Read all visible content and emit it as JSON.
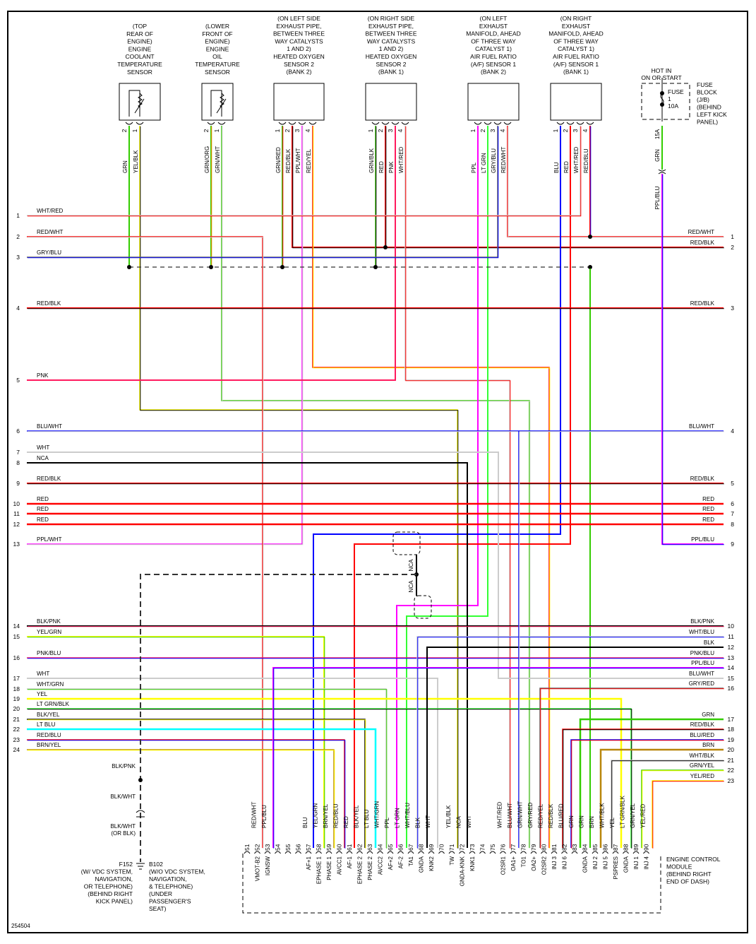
{
  "colors": {
    "RED": "#ff0000",
    "BLK": "#000000",
    "WHT": "#cccccc",
    "GRN": "#33cc00",
    "LTGRN": "#33ff33",
    "BLU": "#0000ff",
    "LTBLU": "#00ffff",
    "YEL": "#ffff00",
    "PNK": "#ff1a5e",
    "PPL": "#ff00ff",
    "VIO": "#9900ff",
    "ORG": "#ff8800",
    "BRN": "#b8860b",
    "GRY": "#666666",
    "DASH": "#333333"
  },
  "sensors": [
    {
      "id": "ect",
      "title": [
        "(TOP",
        "REAR OF",
        "ENGINE)",
        "ENGINE",
        "COOLANT",
        "TEMPERATURE",
        "SENSOR"
      ],
      "type": "thermistor",
      "pins": [
        {
          "num": "2",
          "wire": "GRN"
        },
        {
          "num": "1",
          "wire": "YEL/BLK"
        }
      ]
    },
    {
      "id": "eot",
      "title": [
        "(LOWER",
        "FRONT OF",
        "ENGINE)",
        "ENGINE",
        "OIL",
        "TEMPERATURE",
        "SENSOR"
      ],
      "type": "thermistor",
      "pins": [
        {
          "num": "2",
          "wire": "GRN/ORG"
        },
        {
          "num": "1",
          "wire": "GRN/WHT"
        }
      ]
    },
    {
      "id": "ho2s2-b2",
      "title": [
        "(ON LEFT SIDE",
        "EXHAUST PIPE,",
        "BETWEEN THREE",
        "WAY CATALYSTS",
        "1 AND 2)",
        "HEATED OXYGEN",
        "SENSOR 2",
        "(BANK 2)"
      ],
      "type": "box",
      "pins": [
        {
          "num": "1",
          "wire": "GRN/RED"
        },
        {
          "num": "2",
          "wire": "RED/BLK"
        },
        {
          "num": "3",
          "wire": "PPL/WHT"
        },
        {
          "num": "4",
          "wire": "RED/YEL"
        }
      ]
    },
    {
      "id": "ho2s2-b1",
      "title": [
        "(ON RIGHT SIDE",
        "EXHAUST PIPE,",
        "BETWEEN THREE",
        "WAY CATALYSTS",
        "1 AND 2)",
        "HEATED OXYGEN",
        "SENSOR 2",
        "(BANK 1)"
      ],
      "type": "box",
      "pins": [
        {
          "num": "1",
          "wire": "GRN/BLK"
        },
        {
          "num": "2",
          "wire": "RED"
        },
        {
          "num": "3",
          "wire": "PNK"
        },
        {
          "num": "4",
          "wire": "WHT/RED"
        }
      ]
    },
    {
      "id": "af1-b2",
      "title": [
        "(ON LEFT",
        "EXHAUST",
        "MANIFOLD, AHEAD",
        "OF THREE WAY",
        "CATALYST 1)",
        "AIR FUEL RATIO",
        "(A/F) SENSOR 1",
        "(BANK 2)"
      ],
      "type": "box",
      "pins": [
        {
          "num": "1",
          "wire": "PPL"
        },
        {
          "num": "2",
          "wire": "LT GRN"
        },
        {
          "num": "3",
          "wire": "GRY/BLU"
        },
        {
          "num": "4",
          "wire": "RED/WHT"
        }
      ]
    },
    {
      "id": "af1-b1",
      "title": [
        "(ON RIGHT",
        "EXHAUST",
        "MANIFOLD, AHEAD",
        "OF THREE WAY",
        "CATALYST 1)",
        "AIR FUEL RATIO",
        "(A/F) SENSOR 1",
        "(BANK 1)"
      ],
      "type": "box",
      "pins": [
        {
          "num": "1",
          "wire": "BLU"
        },
        {
          "num": "2",
          "wire": "RED"
        },
        {
          "num": "3",
          "wire": "WHT/RED"
        },
        {
          "num": "4",
          "wire": "RED/BLU"
        }
      ]
    }
  ],
  "fuse": {
    "hot_label": [
      "HOT IN",
      "ON OR START"
    ],
    "fuse_label": [
      "FUSE",
      "1",
      "10A"
    ],
    "block_label": [
      "FUSE",
      "BLOCK",
      "(J/B)",
      "(BEHIND",
      "LEFT KICK",
      "PANEL)"
    ],
    "terminal": "15A",
    "wire_top": "GRN",
    "wire_bottom": "PPL/BLU"
  },
  "left_wires": [
    {
      "num": "1",
      "label": "WHT/RED"
    },
    {
      "num": "2",
      "label": "RED/WHT"
    },
    {
      "num": "3",
      "label": "GRY/BLU"
    },
    {
      "num": "4",
      "label": "RED/BLK"
    },
    {
      "num": "5",
      "label": "PNK"
    },
    {
      "num": "6",
      "label": "BLU/WHT"
    },
    {
      "num": "7",
      "label": "WHT"
    },
    {
      "num": "8",
      "label": "NCA"
    },
    {
      "num": "9",
      "label": "RED/BLK"
    },
    {
      "num": "10",
      "label": "RED"
    },
    {
      "num": "11",
      "label": "RED"
    },
    {
      "num": "12",
      "label": "RED"
    },
    {
      "num": "13",
      "label": "PPL/WHT"
    },
    {
      "num": "14",
      "label": "BLK/PNK"
    },
    {
      "num": "15",
      "label": "YEL/GRN"
    },
    {
      "num": "16",
      "label": "PNK/BLU"
    },
    {
      "num": "17",
      "label": "WHT"
    },
    {
      "num": "18",
      "label": "WHT/GRN"
    },
    {
      "num": "19",
      "label": "YEL"
    },
    {
      "num": "20",
      "label": "LT GRN/BLK"
    },
    {
      "num": "21",
      "label": "BLK/YEL"
    },
    {
      "num": "22",
      "label": "LT BLU"
    },
    {
      "num": "23",
      "label": "RED/BLU"
    },
    {
      "num": "24",
      "label": "BRN/YEL"
    }
  ],
  "right_wires": [
    {
      "num": "1",
      "label": "RED/WHT"
    },
    {
      "num": "2",
      "label": "RED/BLK"
    },
    {
      "num": "3",
      "label": "RED/BLK"
    },
    {
      "num": "4",
      "label": "BLU/WHT"
    },
    {
      "num": "5",
      "label": "RED/BLK"
    },
    {
      "num": "6",
      "label": "RED"
    },
    {
      "num": "7",
      "label": "RED"
    },
    {
      "num": "8",
      "label": "RED"
    },
    {
      "num": "9",
      "label": "PPL/BLU"
    },
    {
      "num": "10",
      "label": "BLK/PNK"
    },
    {
      "num": "11",
      "label": "WHT/BLU"
    },
    {
      "num": "12",
      "label": "BLK"
    },
    {
      "num": "13",
      "label": "PNK/BLU"
    },
    {
      "num": "14",
      "label": "PPL/BLU"
    },
    {
      "num": "15",
      "label": "BLU/WHT"
    },
    {
      "num": "16",
      "label": "GRY/RED"
    },
    {
      "num": "17",
      "label": "GRN"
    },
    {
      "num": "18",
      "label": "RED/BLK"
    },
    {
      "num": "19",
      "label": "BLU/RED"
    },
    {
      "num": "20",
      "label": "BRN"
    },
    {
      "num": "21",
      "label": "WHT/BLK"
    },
    {
      "num": "22",
      "label": "GRN/YEL"
    },
    {
      "num": "23",
      "label": "YEL/RED"
    }
  ],
  "shield": {
    "label_top": "NCA",
    "label_bottom": "NCA"
  },
  "ground": {
    "wire_labels": [
      "BLK/PNK",
      "BLK/WHT",
      "BLK/WHT",
      "(OR BLK)"
    ],
    "left": [
      "F152",
      "(W/ VDC SYSTEM,",
      "NAVIGATION,",
      "OR TELEPHONE)",
      "(BEHIND RIGHT",
      "KICK PANEL)"
    ],
    "right": [
      "B102",
      "(W/O VDC SYSTEM,",
      "NAVIGATION,",
      "& TELEPHONE)",
      "(UNDER",
      "PASSENGER'S",
      "SEAT)"
    ]
  },
  "ecm": {
    "title": [
      "ENGINE CONTROL",
      "MODULE",
      "(BEHIND RIGHT",
      "END OF DASH)"
    ],
    "pins": [
      {
        "num": "51",
        "wire": "",
        "func": ""
      },
      {
        "num": "52",
        "wire": "RED/WHT",
        "func": "VMOT-B2"
      },
      {
        "num": "53",
        "wire": "PPL/BLU",
        "func": "IGNSW"
      },
      {
        "num": "54",
        "wire": "",
        "func": ""
      },
      {
        "num": "55",
        "wire": "",
        "func": ""
      },
      {
        "num": "56",
        "wire": "",
        "func": ""
      },
      {
        "num": "57",
        "wire": "BLU",
        "func": "AF+1"
      },
      {
        "num": "58",
        "wire": "YEL/GRN",
        "func": "EPHASE 1"
      },
      {
        "num": "59",
        "wire": "BRN/YEL",
        "func": "PHASE 1"
      },
      {
        "num": "60",
        "wire": "RED/BLU",
        "func": "AVCC1"
      },
      {
        "num": "61",
        "wire": "RED",
        "func": "AF-1"
      },
      {
        "num": "62",
        "wire": "BLK/YEL",
        "func": "EPHASE 2"
      },
      {
        "num": "63",
        "wire": "LT BLU",
        "func": "PHASE 2"
      },
      {
        "num": "64",
        "wire": "WHT/GRN",
        "func": "AVCC2"
      },
      {
        "num": "65",
        "wire": "PPL",
        "func": "AF+2"
      },
      {
        "num": "66",
        "wire": "LT GRN",
        "func": "AF-2"
      },
      {
        "num": "67",
        "wire": "WHT/BLU",
        "func": "TA1"
      },
      {
        "num": "68",
        "wire": "BLK",
        "func": "GNDA"
      },
      {
        "num": "69",
        "wire": "WHT",
        "func": "KNK2"
      },
      {
        "num": "70",
        "wire": "",
        "func": ""
      },
      {
        "num": "71",
        "wire": "YEL/BLK",
        "func": "TW"
      },
      {
        "num": "72",
        "wire": "NCA",
        "func": "GNDA-KNK"
      },
      {
        "num": "73",
        "wire": "WHT",
        "func": "KNK1"
      },
      {
        "num": "74",
        "wire": "",
        "func": ""
      },
      {
        "num": "75",
        "wire": "",
        "func": ""
      },
      {
        "num": "76",
        "wire": "WHT/RED",
        "func": "O2SR1"
      },
      {
        "num": "77",
        "wire": "BLU/WHT",
        "func": "OA1+"
      },
      {
        "num": "78",
        "wire": "GRN/WHT",
        "func": "TO1"
      },
      {
        "num": "79",
        "wire": "GRY/RED",
        "func": "OA2+"
      },
      {
        "num": "80",
        "wire": "RED/YEL",
        "func": "O2SR2"
      },
      {
        "num": "81",
        "wire": "RED/BLK",
        "func": "INJ 3"
      },
      {
        "num": "82",
        "wire": "BLU/RED",
        "func": "INJ 6"
      },
      {
        "num": "83",
        "wire": "GRN",
        "func": ""
      },
      {
        "num": "84",
        "wire": "GRN",
        "func": "GNDA"
      },
      {
        "num": "85",
        "wire": "BRN",
        "func": "INJ 2"
      },
      {
        "num": "86",
        "wire": "WHT/BLK",
        "func": "INJ 5"
      },
      {
        "num": "87",
        "wire": "YEL",
        "func": "PSPRES"
      },
      {
        "num": "88",
        "wire": "LT GRN/BLK",
        "func": "GNDA"
      },
      {
        "num": "89",
        "wire": "GRN/YEL",
        "func": "INJ 1"
      },
      {
        "num": "90",
        "wire": "YEL/RED",
        "func": "INJ 4"
      }
    ]
  },
  "footer": {
    "code": "254504"
  }
}
